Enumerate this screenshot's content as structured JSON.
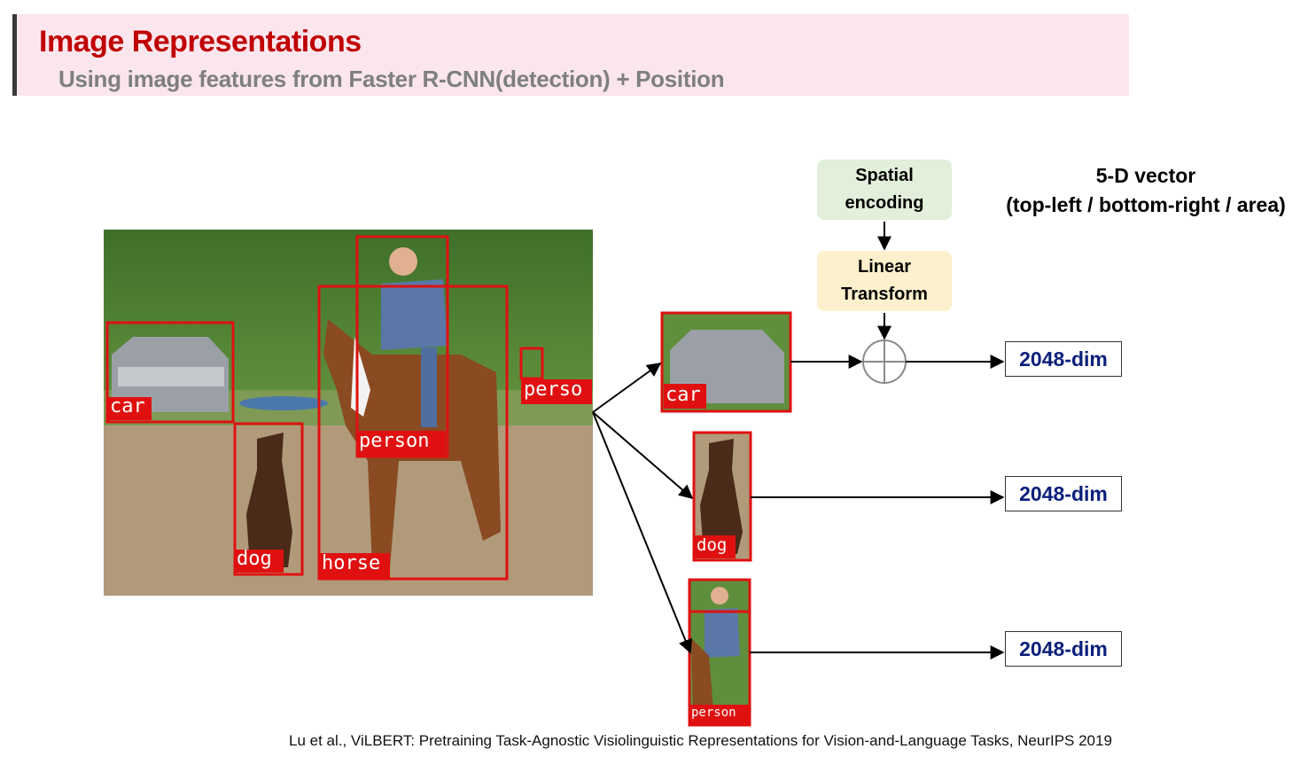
{
  "header": {
    "title": "Image Representations",
    "subtitle": "Using image features from Faster R-CNN(detection) + Position"
  },
  "scene": {
    "detections": [
      {
        "label": "car"
      },
      {
        "label": "dog"
      },
      {
        "label": "person"
      },
      {
        "label": "horse"
      },
      {
        "label": "perso"
      }
    ]
  },
  "crops": [
    {
      "label": "car"
    },
    {
      "label": "dog"
    },
    {
      "label": "person"
    }
  ],
  "spatial_encoding": {
    "line1": "Spatial",
    "line2": "encoding"
  },
  "linear_transform": {
    "line1": "Linear",
    "line2": "Transform"
  },
  "vector_note": {
    "line1": "5-D vector",
    "line2": "(top-left / bottom-right / area)"
  },
  "outputs": [
    {
      "label": "2048-dim"
    },
    {
      "label": "2048-dim"
    },
    {
      "label": "2048-dim"
    }
  ],
  "colors": {
    "title": "#c00000",
    "subtitle": "#7f7f7f",
    "box": "#e01010",
    "dim_text": "#0a1f7a",
    "spatial_fill": "#e2efda",
    "linear_fill": "#fdf0cc"
  },
  "citation": "Lu et al., ViLBERT: Pretraining Task-Agnostic Visiolinguistic Representations for Vision-and-Language Tasks, NeurIPS 2019"
}
